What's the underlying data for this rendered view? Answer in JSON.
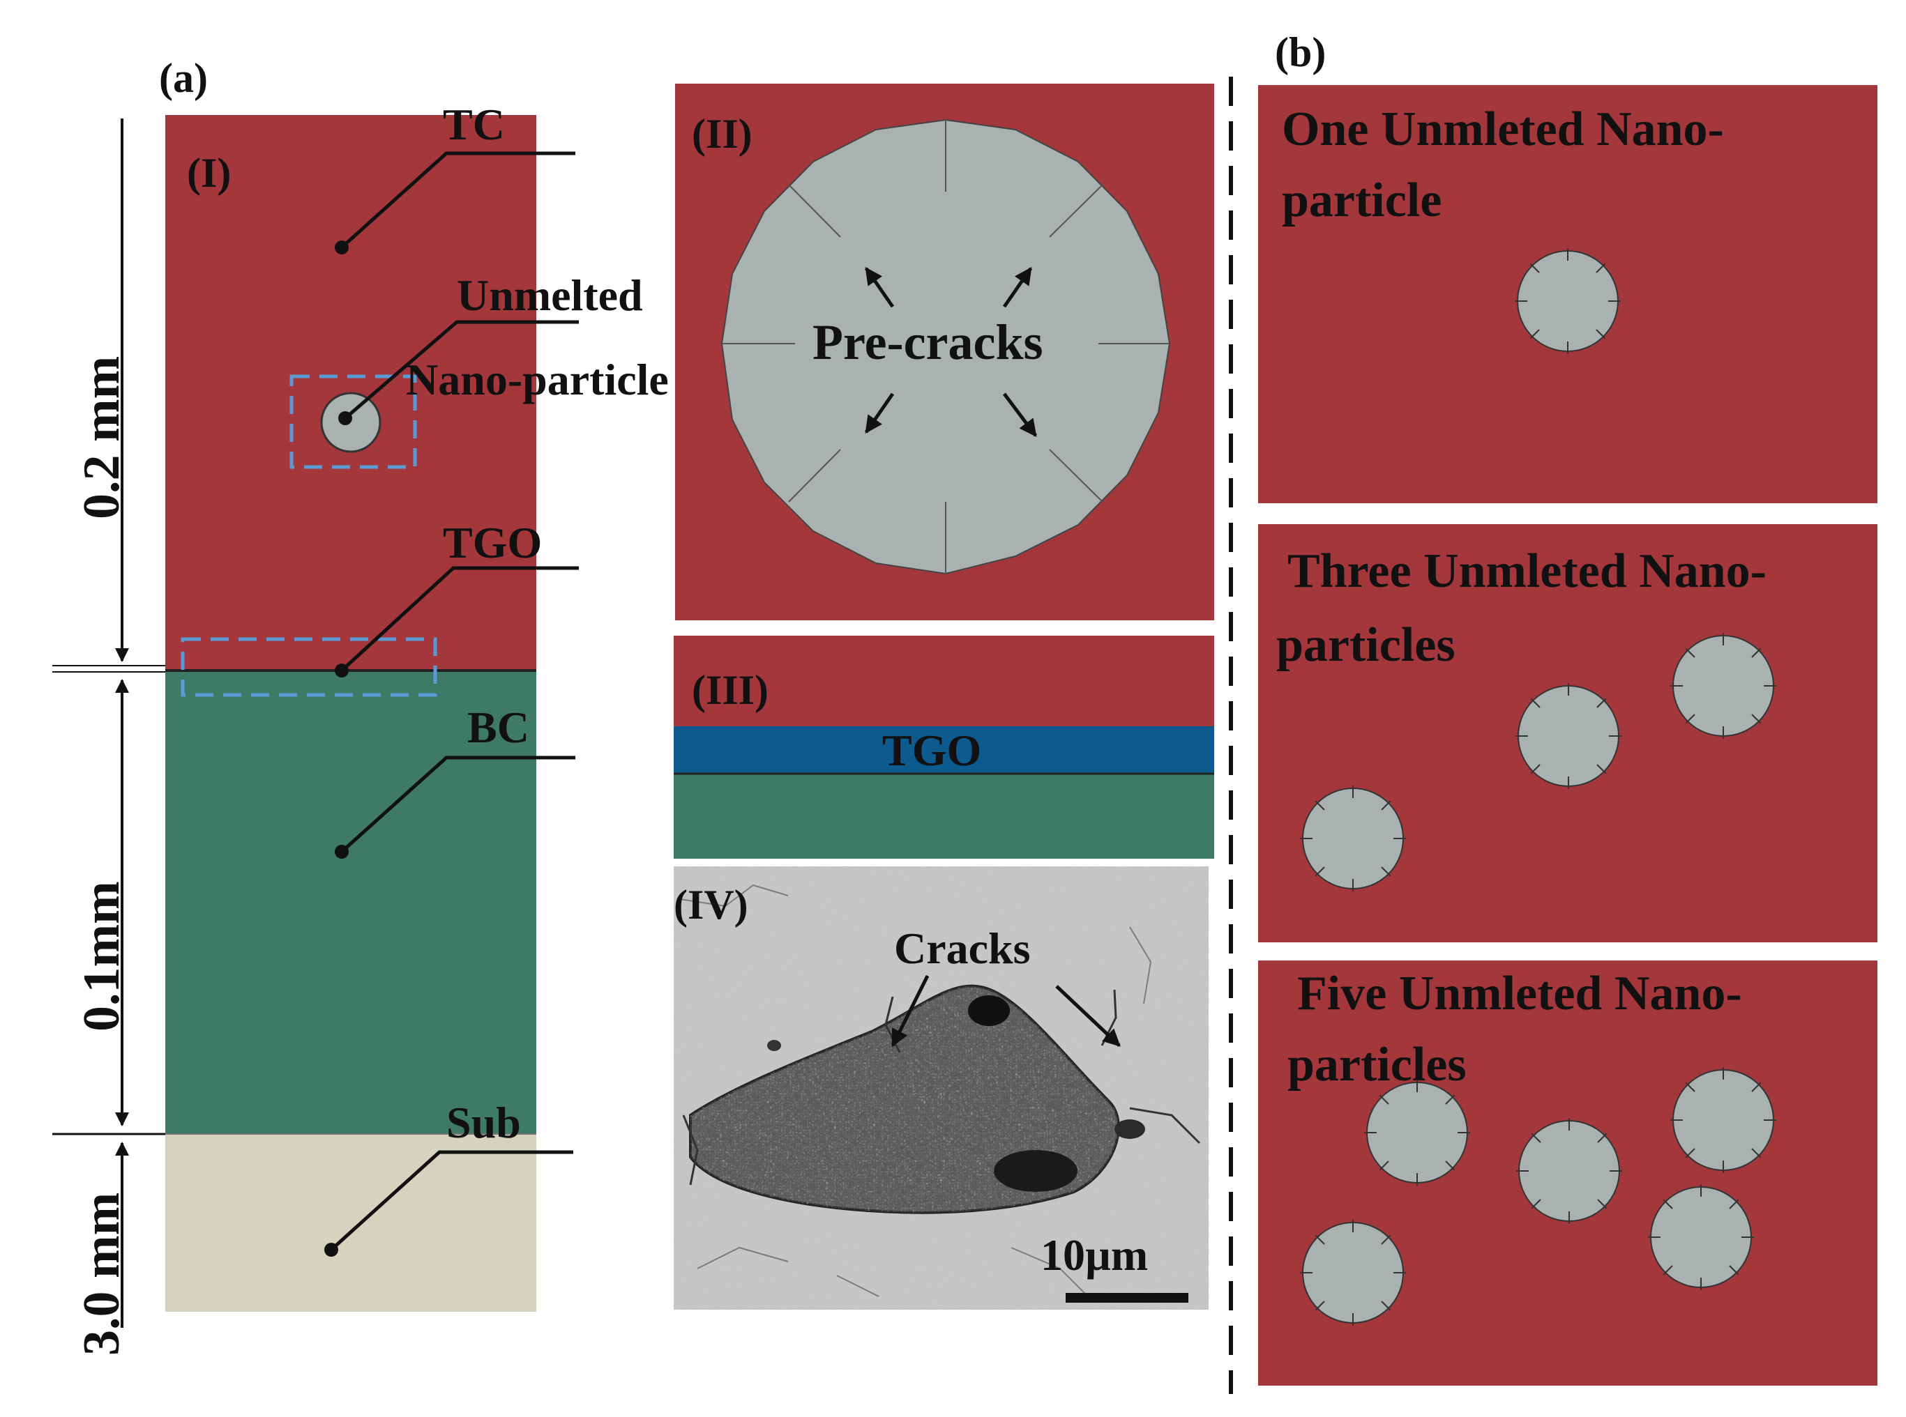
{
  "panel_a": {
    "label": "(a)",
    "sub_I": "(I)",
    "layers": {
      "tc": "TC",
      "unmelted_line1": "Unmelted",
      "unmelted_line2": "Nano-particle",
      "tgo": "TGO",
      "bc": "BC",
      "sub": "Sub"
    },
    "dimensions": {
      "tc_thickness": "0.2 mm",
      "bc_thickness": "0.1mm",
      "sub_thickness": "3.0 mm"
    },
    "sub_II": "(II)",
    "precracks": "Pre-cracks",
    "sub_III": "(III)",
    "tgo_band": "TGO",
    "sub_IV": "(IV)",
    "cracks": "Cracks",
    "scale_bar": "10µm"
  },
  "panel_b": {
    "label": "(b)",
    "one": {
      "line1": "One Unmleted Nano-",
      "line2": "particle"
    },
    "three": {
      "line1": "Three Unmleted Nano-",
      "line2": "particles"
    },
    "five": {
      "line1": "Five Unmleted Nano-",
      "line2": "particles"
    }
  },
  "colors": {
    "tc": "#a3373b",
    "bc": "#3e7a66",
    "sub": "#d5d2be",
    "tgo": "#0d5a8e",
    "particle": "#a9b1b1",
    "highlight_box": "#5b9bd5"
  }
}
